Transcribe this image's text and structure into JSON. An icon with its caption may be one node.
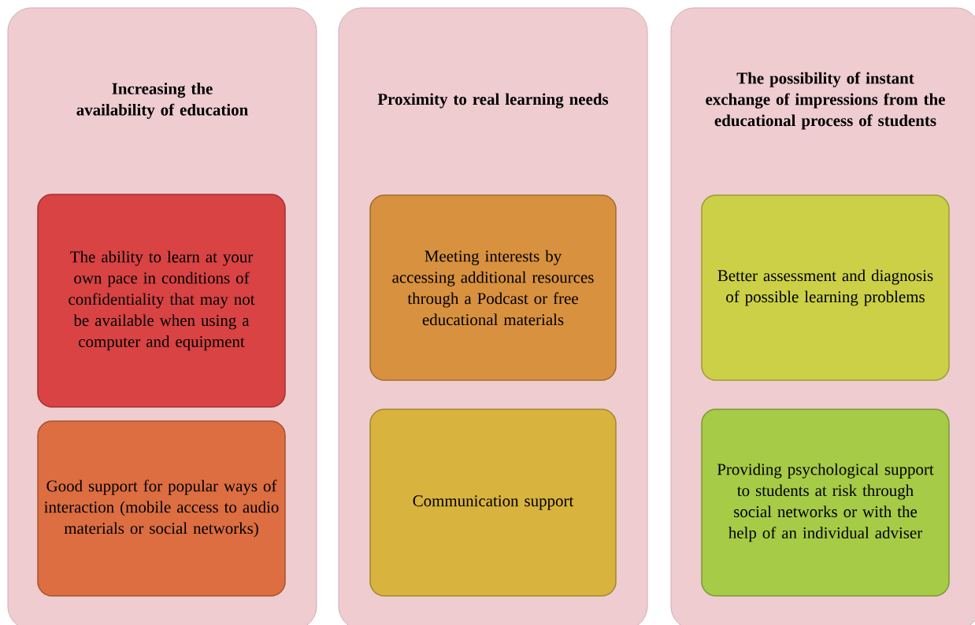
{
  "diagram": {
    "nodes": [
      {
        "text": [
          "Increasing the availability of education"
        ]
      },
      {
        "text": [
          "The ability to learn at your own pace in conditions of confidentiality that may not be available when using a computer and equipment"
        ],
        "in": 0
      },
      {
        "text": [
          "Good support for popular ways of interaction (mobile access to audio materials or social networks)"
        ],
        "in": 0
      },
      {
        "text": [
          "Proximity to real learning needs"
        ]
      },
      {
        "text": [
          "Meeting interests by accessing additional resources through a Podcast or free educational materials"
        ],
        "in": 3
      },
      {
        "text": [
          "Communication support"
        ],
        "in": 3
      },
      {
        "text": [
          "The possibility of instant exchange of impressions from the educational process of students"
        ]
      },
      {
        "text": [
          "Better assessment and diagnosis of possible learning problems"
        ],
        "in": 6
      },
      {
        "text": [
          "Providing psychological support to students at risk through social networks or with the help of an individual adviser"
        ],
        "in": 6
      }
    ]
  }
}
